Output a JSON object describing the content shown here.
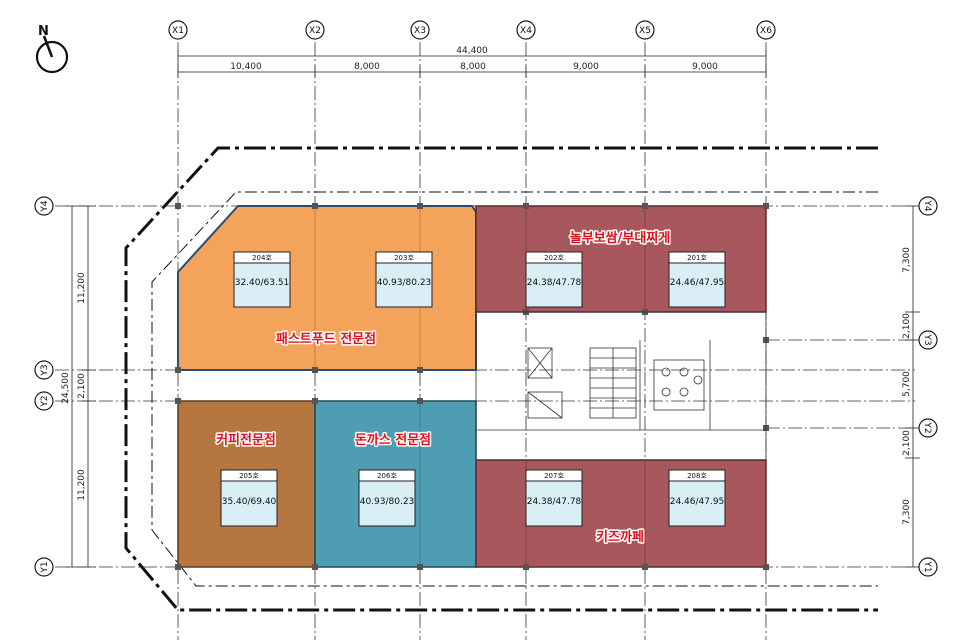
{
  "north_label": "N",
  "grid_x": [
    "X1",
    "X2",
    "X3",
    "X4",
    "X5",
    "X6"
  ],
  "grid_y_left": [
    "Y4",
    "Y3",
    "Y2",
    "Y1"
  ],
  "grid_y_right": [
    "Y4",
    "Y3",
    "Y2",
    "Y1"
  ],
  "dims_top": {
    "total": "44,400",
    "spans": [
      "10,400",
      "8,000",
      "8,000",
      "9,000",
      "9,000"
    ]
  },
  "dims_left": {
    "total": "24,500",
    "spans": [
      "11,200",
      "2,100",
      "11,200"
    ]
  },
  "dims_right": {
    "spans": [
      "7,300",
      "2,100",
      "5,700",
      "2,100",
      "7,300"
    ]
  },
  "units": [
    {
      "no": "204호",
      "area": "32.40/63.51"
    },
    {
      "no": "203호",
      "area": "40.93/80.23"
    },
    {
      "no": "202호",
      "area": "24.38/47.78"
    },
    {
      "no": "201호",
      "area": "24.46/47.95"
    },
    {
      "no": "205호",
      "area": "35.40/69.40"
    },
    {
      "no": "206호",
      "area": "40.93/80.23"
    },
    {
      "no": "207호",
      "area": "24.38/47.78"
    },
    {
      "no": "208호",
      "area": "24.46/47.95"
    }
  ],
  "zone_labels": {
    "fastfood": "패스트푸드 전문점",
    "nolbu": "놀부보쌈/부대찌게",
    "coffee": "커피전문점",
    "donkatsu": "돈까스 전문점",
    "kids": "키즈까페"
  },
  "colors": {
    "orange": "#f4a35a",
    "brown": "#b5763f",
    "teal": "#4f9db3",
    "maroon": "#a8585c",
    "card_fill": "#d9eef5"
  }
}
